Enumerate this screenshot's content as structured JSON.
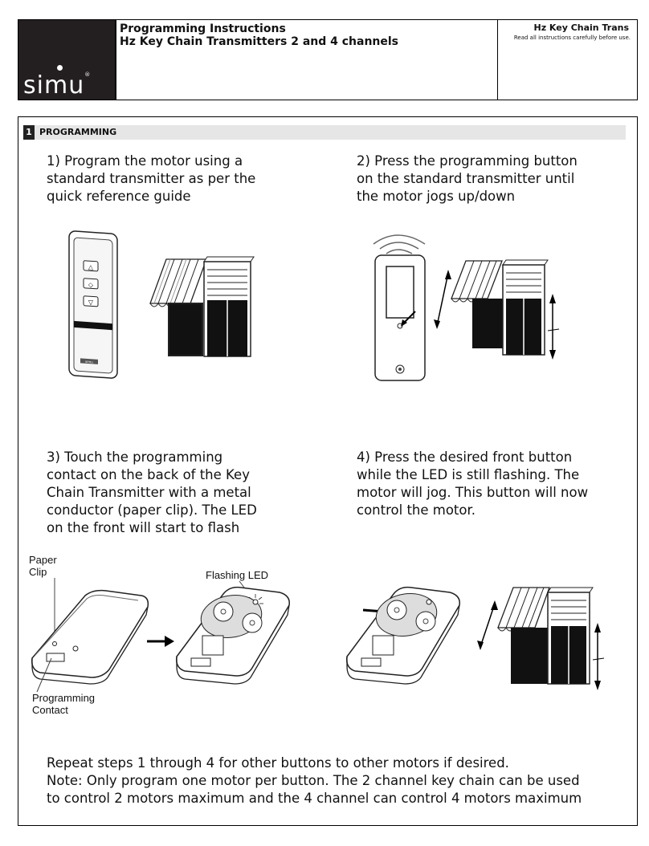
{
  "header": {
    "logo_text": "simu",
    "title_line1": "Programming Instructions",
    "title_line2": "Hz Key Chain Transmitters 2 and 4 channels",
    "right_title": "Hz Key Chain Trans",
    "right_subtitle": "Read all instructions carefully before use."
  },
  "section": {
    "number": "1",
    "title": "PROGRAMMING"
  },
  "steps": [
    {
      "lines": [
        "1) Program the motor using a",
        "standard transmitter as per the",
        "quick reference guide"
      ]
    },
    {
      "lines": [
        "2) Press the programming button",
        "on the standard transmitter until",
        "the motor jogs up/down"
      ]
    },
    {
      "lines": [
        "3) Touch the programming",
        "contact on the back of the Key",
        "Chain Transmitter with a metal",
        "conductor (paper clip). The LED",
        "on the front will start to flash"
      ]
    },
    {
      "lines": [
        "4) Press the desired front button",
        "while the LED is still flashing. The",
        "motor will jog. This button will now",
        "control the motor."
      ]
    }
  ],
  "labels": {
    "paper_clip_1": "Paper",
    "paper_clip_2": "Clip",
    "flashing_led": "Flashing LED",
    "prog_contact_1": "Programming",
    "prog_contact_2": "Contact",
    "remote_brand": "simu"
  },
  "note": {
    "line1": "Repeat steps 1 through 4 for other buttons to other motors if desired.",
    "line2": "Note: Only program one motor per button. The 2 channel key chain can be used",
    "line3": "to control 2 motors maximum and the 4 channel can control 4 motors maximum"
  }
}
